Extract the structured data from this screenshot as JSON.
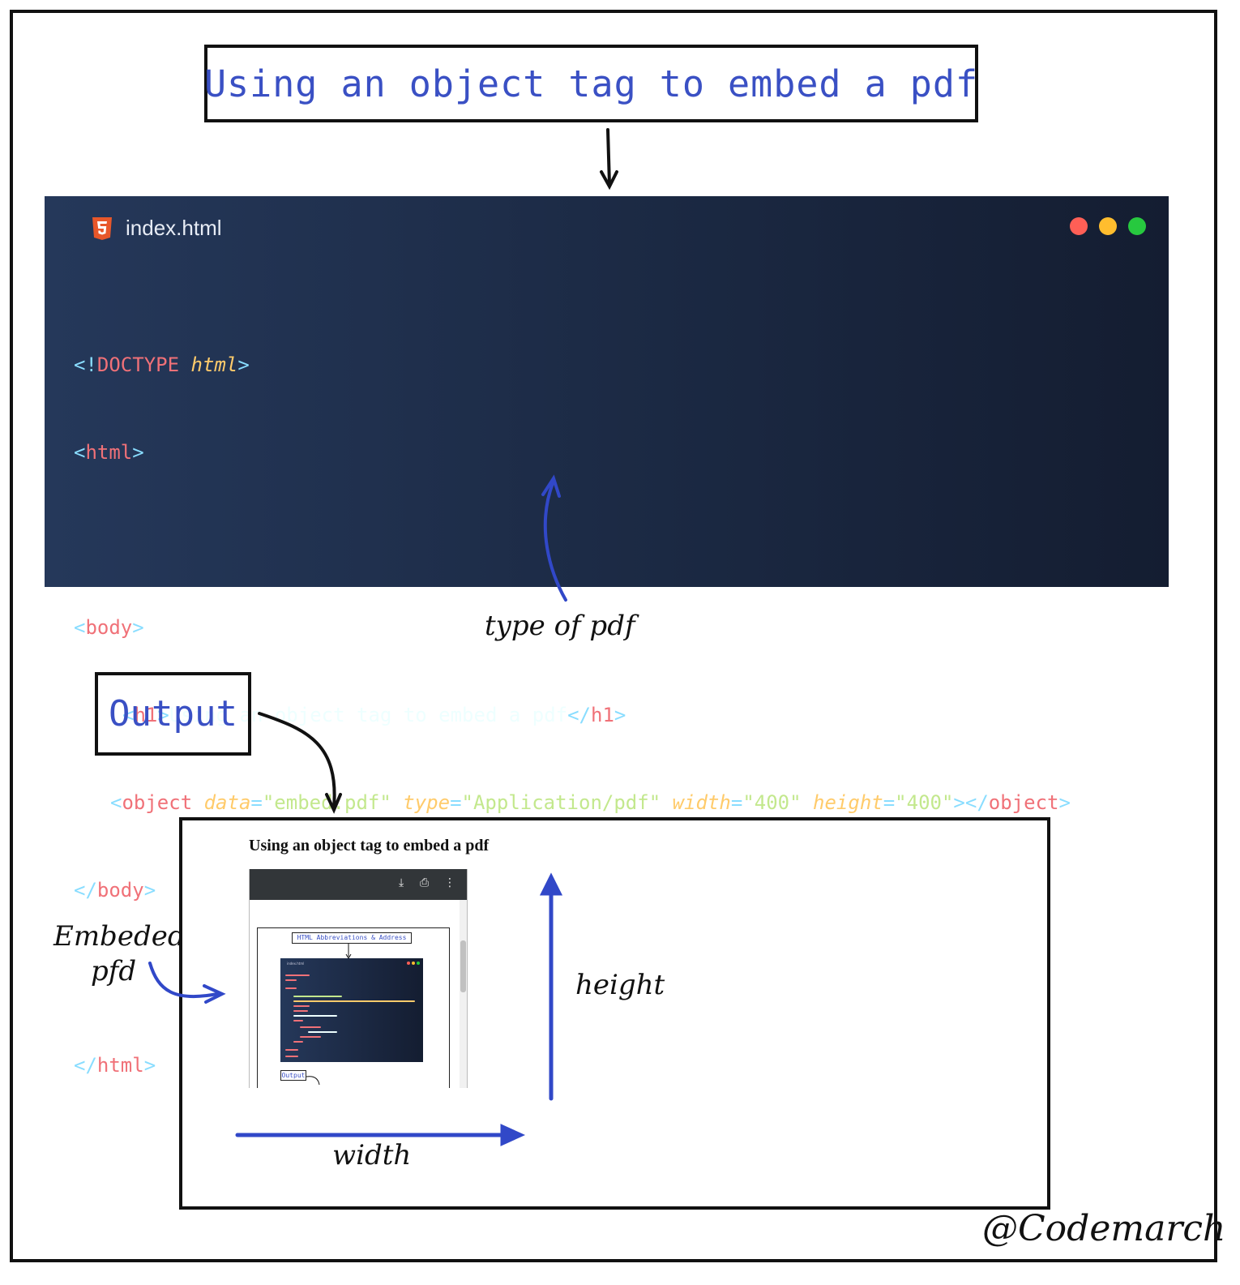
{
  "title": "Using an object tag to embed a pdf",
  "editor": {
    "file_name": "index.html",
    "icon": "html5-icon",
    "window_dots": [
      "#ff5f56",
      "#ffbd2e",
      "#27c93f"
    ],
    "code": {
      "l1_a": "<!",
      "l1_b": "DOCTYPE",
      "l1_c": " ",
      "l1_d": "html",
      "l1_e": ">",
      "l2_a": "<",
      "l2_b": "html",
      "l2_c": ">",
      "l4_a": "<",
      "l4_b": "body",
      "l4_c": ">",
      "l5_a": "<",
      "l5_b": "h1",
      "l5_c": ">",
      "l5_d": "Using an object tag to embed a pdf",
      "l5_e": "</",
      "l5_f": "h1",
      "l5_g": ">",
      "l6_a": "<",
      "l6_b": "object",
      "l6_c": " ",
      "l6_d": "data",
      "l6_e": "=",
      "l6_f": "\"embed.pdf\"",
      "l6_g": " ",
      "l6_h": "type",
      "l6_i": "=",
      "l6_j": "\"Application/pdf\"",
      "l6_k": " ",
      "l6_l": "width",
      "l6_m": "=",
      "l6_n": "\"400\"",
      "l6_o": " ",
      "l6_p": "height",
      "l6_q": "=",
      "l6_r": "\"400\"",
      "l6_s": "></",
      "l6_t": "object",
      "l6_u": ">",
      "l7_a": "</",
      "l7_b": "body",
      "l7_c": ">",
      "l9_a": "</",
      "l9_b": "html",
      "l9_c": ">"
    }
  },
  "annotations": {
    "type_of_pdf": "type of pdf",
    "embeded": "Embeded",
    "pfd": "pfd",
    "height": "height",
    "width": "width"
  },
  "output": {
    "label": "Output",
    "page_heading": "Using an object tag to embed a pdf",
    "pdf_toolbar_icons": [
      "download-icon",
      "print-icon",
      "more-vertical-icon"
    ],
    "mini_title": "HTML Abbreviations & Address",
    "mini_output": "Output",
    "mini_file": "index.html"
  },
  "signature": "@Codemarch",
  "colors": {
    "accent_blue": "#3a50c4",
    "annotation_arrow": "#3148c8",
    "code_bg": "#1b2943"
  }
}
